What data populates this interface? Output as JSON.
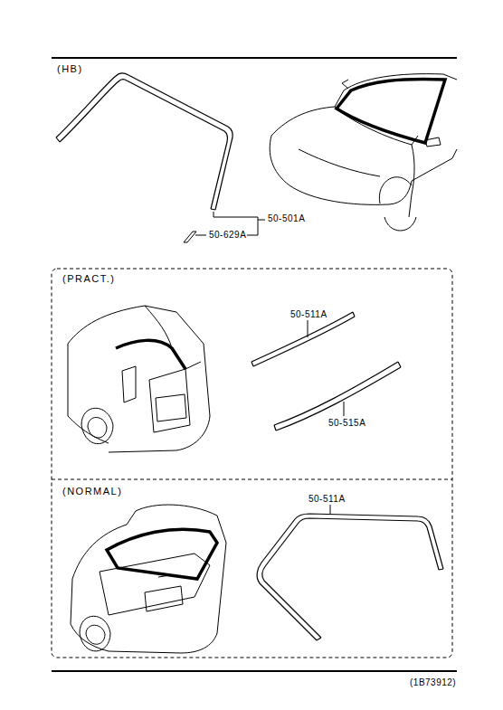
{
  "diagram": {
    "labels": [
      "(HB)",
      "50-501A",
      "50-629A",
      "(PRACT.)",
      "50-511A",
      "50-515A",
      "(NORMAL)",
      "50-511A",
      "(1B73912)"
    ]
  }
}
